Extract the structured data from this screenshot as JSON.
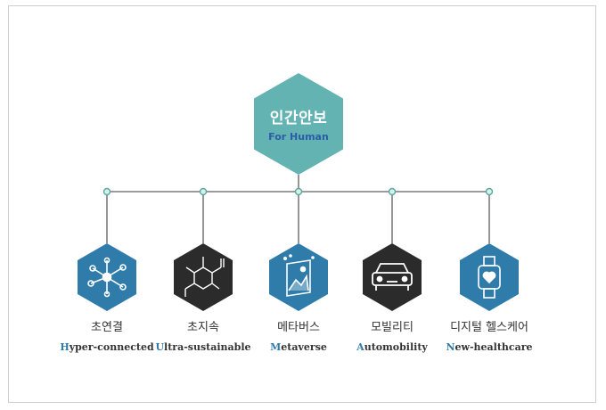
{
  "colors": {
    "teal": "#62b3b1",
    "blue": "#2f7cab",
    "dark": "#2b2b2b",
    "line": "#7b7b7b",
    "dot_fill": "#d9efe9",
    "dot_stroke": "#5aa9a2",
    "en_root": "#2c5da8",
    "initial": "#2f7cab"
  },
  "root": {
    "kr": "인간안보",
    "en": "For Human"
  },
  "nodes": [
    {
      "kr": "초연결",
      "en_initial": "H",
      "en_rest": "yper-connected",
      "icon": "network-icon",
      "hex_color": "blue"
    },
    {
      "kr": "초지속",
      "en_initial": "U",
      "en_rest": "ltra-sustainable",
      "icon": "molecule-icon",
      "hex_color": "dark"
    },
    {
      "kr": "메타버스",
      "en_initial": "M",
      "en_rest": "etaverse",
      "icon": "metaverse-frame-icon",
      "hex_color": "blue"
    },
    {
      "kr": "모빌리티",
      "en_initial": "A",
      "en_rest": "utomobility",
      "icon": "car-icon",
      "hex_color": "dark"
    },
    {
      "kr": "디지털 헬스케어",
      "en_initial": "N",
      "en_rest": "ew-healthcare",
      "icon": "smartwatch-heart-icon",
      "hex_color": "blue"
    }
  ]
}
